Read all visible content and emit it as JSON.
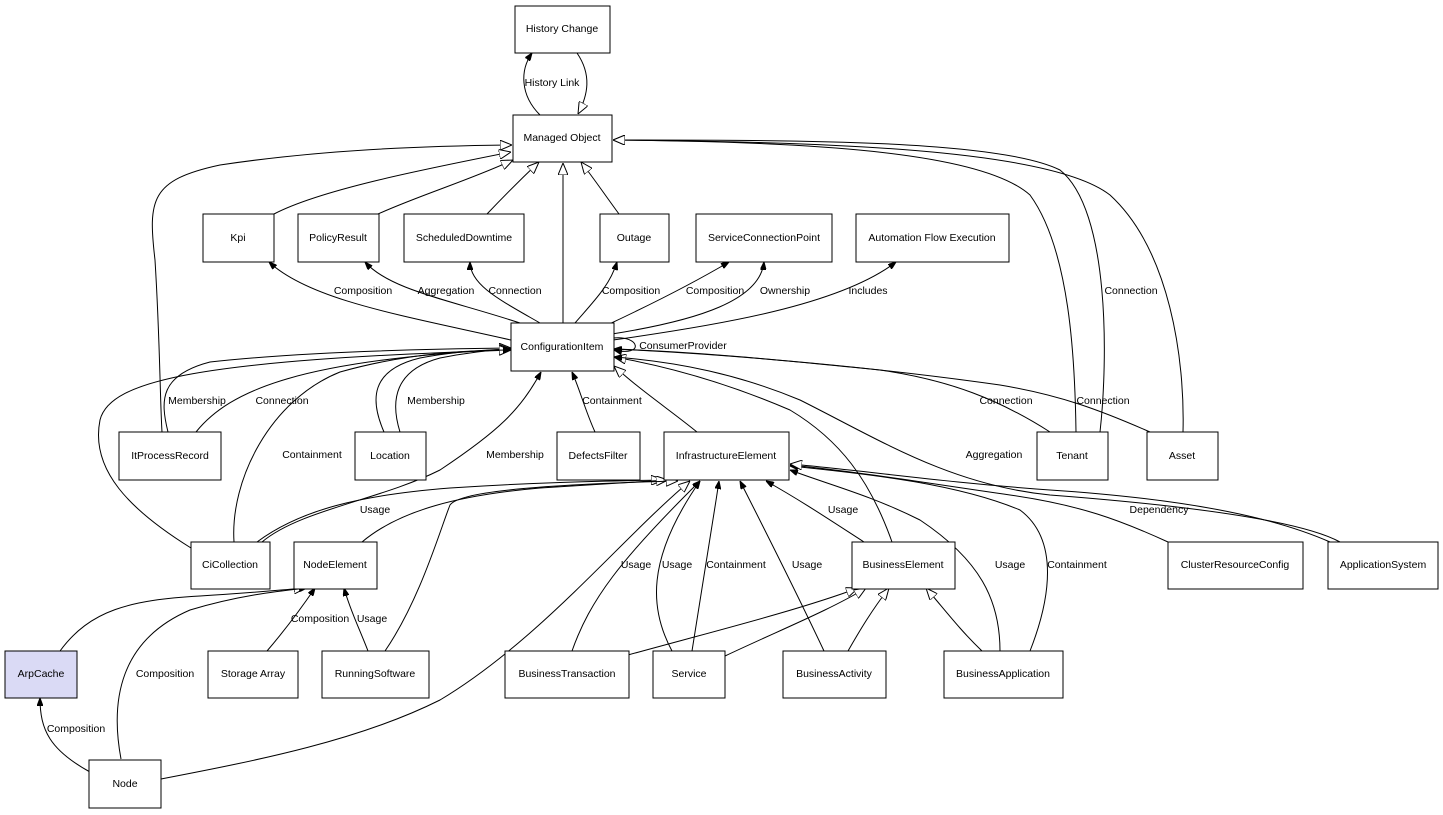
{
  "highlight_color": "#dadaf5",
  "nodes": {
    "history_change": "History Change",
    "managed_object": "Managed Object",
    "kpi": "Kpi",
    "policy_result": "PolicyResult",
    "scheduled_downtime": "ScheduledDowntime",
    "outage": "Outage",
    "service_connection_point": "ServiceConnectionPoint",
    "automation_flow_execution": "Automation Flow Execution",
    "configuration_item": "ConfigurationItem",
    "it_process_record": "ItProcessRecord",
    "location": "Location",
    "defects_filter": "DefectsFilter",
    "infrastructure_element": "InfrastructureElement",
    "tenant": "Tenant",
    "asset": "Asset",
    "ci_collection": "CiCollection",
    "node_element": "NodeElement",
    "business_element": "BusinessElement",
    "cluster_resource_config": "ClusterResourceConfig",
    "application_system": "ApplicationSystem",
    "arp_cache": "ArpCache",
    "storage_array": "Storage Array",
    "running_software": "RunningSoftware",
    "business_transaction": "BusinessTransaction",
    "service": "Service",
    "business_activity": "BusinessActivity",
    "business_application": "BusinessApplication",
    "node": "Node"
  },
  "edge_labels": {
    "history_link": "History Link",
    "kpi_composition": "Composition",
    "policy_aggregation": "Aggregation",
    "downtime_connection": "Connection",
    "outage_composition": "Composition",
    "scp_composition": "Composition",
    "scp_ownership": "Ownership",
    "afe_includes": "Includes",
    "consumer_provider": "ConsumerProvider",
    "itpr_membership": "Membership",
    "itpr_connection": "Connection",
    "location_membership": "Membership",
    "cicoll_containment": "Containment",
    "cicoll_membership": "Membership",
    "defects_containment": "Containment",
    "tenant_connection_ci": "Connection",
    "tenant_connection_mo": "Connection",
    "asset_connection": "Connection",
    "appsys_aggregation": "Aggregation",
    "cicoll_usage": "Usage",
    "be_usage": "Usage",
    "cluster_dependency": "Dependency",
    "bt_usage": "Usage",
    "service_usage": "Usage",
    "service_containment": "Containment",
    "ba_usage": "Usage",
    "bapp_usage": "Usage",
    "bapp_containment": "Containment",
    "storage_composition": "Composition",
    "rs_usage": "Usage",
    "node_composition_ne": "Composition",
    "node_composition_arp": "Composition"
  }
}
